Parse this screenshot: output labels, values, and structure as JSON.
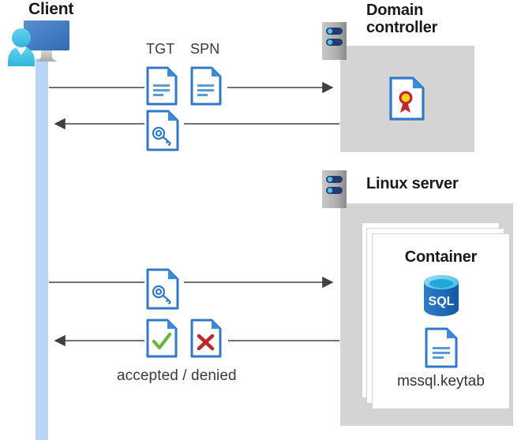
{
  "diagram": {
    "title": "Kerberos authentication between client, domain controller and Linux server container",
    "client": {
      "title": "Client",
      "icon": "workstation-user-icon",
      "lifeline_color": "#b9d6f7"
    },
    "domain_controller": {
      "title_line1": "Domain",
      "title_line2": "controller",
      "title": "Domain controller",
      "server_icon": "server-rack-icon",
      "contents": [
        {
          "icon": "certificate-document-icon",
          "label": ""
        }
      ],
      "panel_color": "#d4d4d4"
    },
    "linux_server": {
      "title": "Linux server",
      "server_icon": "server-rack-icon",
      "panel_color": "#d4d4d4",
      "container": {
        "title": "Container",
        "stack_count": 3,
        "items": [
          {
            "icon": "sql-database-icon",
            "label": "SQL"
          },
          {
            "icon": "document-icon",
            "label": "mssql.keytab"
          }
        ]
      }
    },
    "messages": [
      {
        "id": "msg-tgt-spn-request",
        "direction": "right",
        "from": "client",
        "to": "domain-controller",
        "icons": [
          {
            "name": "document-icon",
            "label": "TGT"
          },
          {
            "name": "document-icon",
            "label": "SPN"
          }
        ],
        "caption": ""
      },
      {
        "id": "msg-service-ticket-response",
        "direction": "left",
        "from": "domain-controller",
        "to": "client",
        "icons": [
          {
            "name": "key-document-icon",
            "label": ""
          }
        ],
        "caption": ""
      },
      {
        "id": "msg-ticket-presented",
        "direction": "right",
        "from": "client",
        "to": "linux-server",
        "icons": [
          {
            "name": "key-document-icon",
            "label": ""
          }
        ],
        "caption": ""
      },
      {
        "id": "msg-auth-result",
        "direction": "left",
        "from": "linux-server",
        "to": "client",
        "icons": [
          {
            "name": "accepted-document-icon",
            "label": "accepted"
          },
          {
            "name": "denied-document-icon",
            "label": "denied"
          }
        ],
        "caption": "accepted / denied"
      }
    ],
    "labels": {
      "tgt": "TGT",
      "spn": "SPN",
      "accepted_denied": "accepted / denied",
      "keytab_file": "mssql.keytab",
      "sql_badge": "SQL"
    },
    "colors": {
      "background": "#ffffff",
      "panel_grey": "#d4d4d4",
      "lifeline_blue": "#b9d6f7",
      "doc_border_blue": "#3079c8",
      "doc_fold_blue": "#3c8ad8",
      "doc_line_blue": "#5b9bd5",
      "accept_green": "#6ab43e",
      "deny_red": "#c0272d",
      "arrow_black": "#404040",
      "server_grey_light": "#bdbdbd",
      "server_grey_dark": "#8f8f8f",
      "server_pill_navy": "#233a6c",
      "server_dot_cyan": "#4ec3f0",
      "sql_blue": "#1f6bb8",
      "sql_top_cyan": "#4ec3f0",
      "cert_ribbon_red": "#c1272d",
      "cert_medal_yellow": "#f7d417",
      "monitor_blue": "#3e74bf",
      "person_cyan": "#4ec8e8",
      "text_dark": "#1a1a1a",
      "text_grey": "#3a3a3a"
    }
  }
}
